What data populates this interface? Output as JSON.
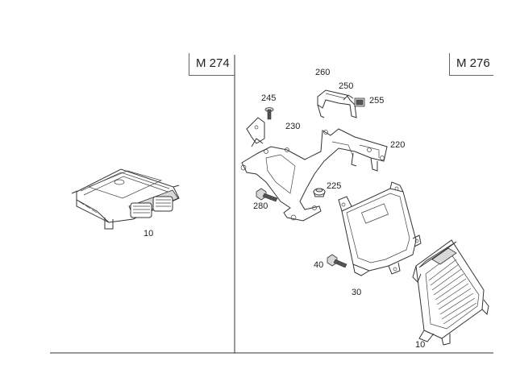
{
  "panels": {
    "left": {
      "model": "M 274"
    },
    "right": {
      "model": "M 276"
    }
  },
  "callouts": {
    "left_ecu": "10",
    "right_ecu": "10",
    "bracket": "220",
    "clip_225": "225",
    "bracket_230": "230",
    "bolt_245": "245",
    "part_250": "250",
    "part_255": "255",
    "part_260": "260",
    "bolt_280": "280",
    "housing": "30",
    "bolt_40": "40"
  }
}
